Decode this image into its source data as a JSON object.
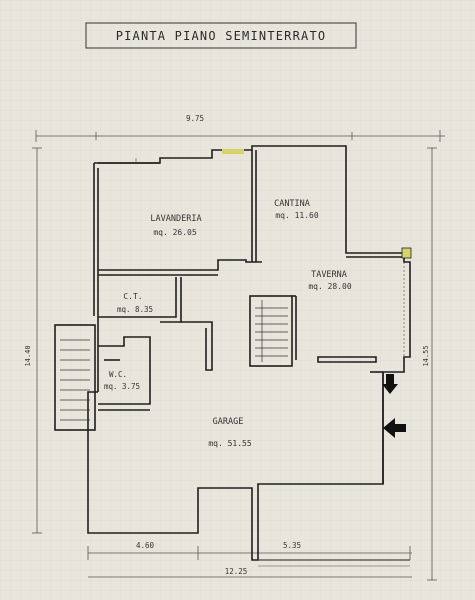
{
  "title": "PIANTA PIANO SEMINTERRATO",
  "rooms": {
    "lavanderia": {
      "name": "LAVANDERIA",
      "area": "mq. 26.05"
    },
    "cantina": {
      "name": "CANTINA",
      "area": "mq. 11.60"
    },
    "taverna": {
      "name": "TAVERNA",
      "area": "mq. 28.00"
    },
    "ct": {
      "name": "C.T.",
      "area": "mq. 8.35"
    },
    "wc": {
      "name": "W.C.",
      "area": "mq. 3.75"
    },
    "garage": {
      "name": "GARAGE",
      "area": "mq. 51.55"
    }
  },
  "dimensions": {
    "top": "9.75",
    "left": "14.40",
    "right": "14.55",
    "bottom_left": "4.60",
    "bottom_right": "5.35",
    "bottom_total": "12.25"
  },
  "colors": {
    "paper": "#e8e6dc",
    "wall": "#1e1e1e",
    "accent_window": "#d7d36a"
  }
}
